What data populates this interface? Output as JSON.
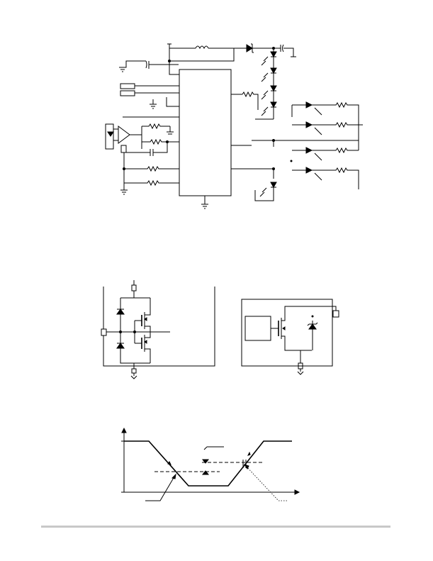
{
  "figures": [
    {
      "id": "application-schematic"
    },
    {
      "id": "pin-equivalent-circuits"
    },
    {
      "id": "threshold-timing-diagram"
    }
  ],
  "colors": {
    "ink": "#000000",
    "footer_rule": "#c8c8c8"
  }
}
